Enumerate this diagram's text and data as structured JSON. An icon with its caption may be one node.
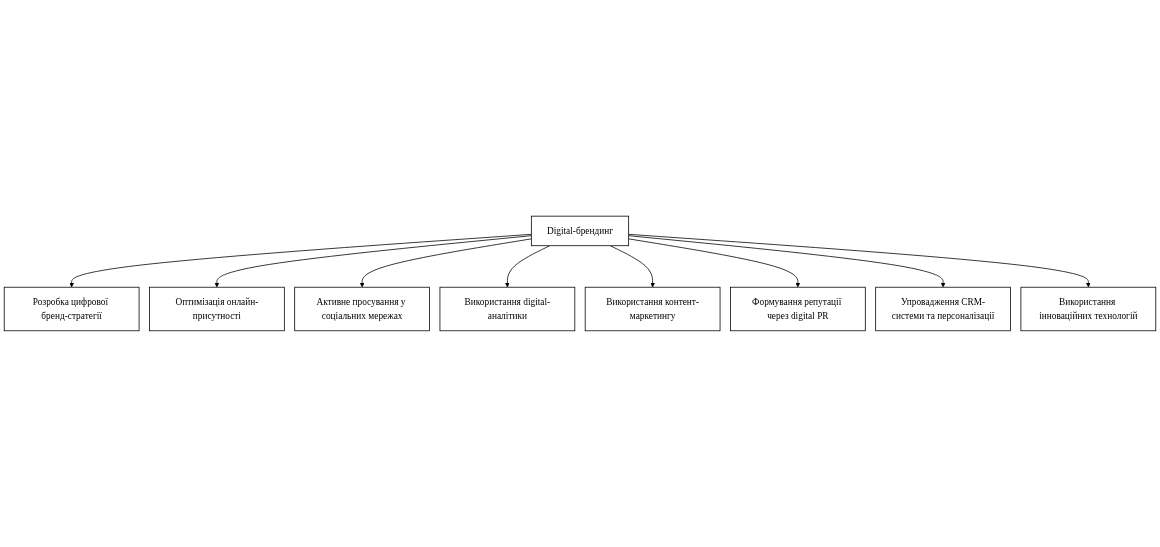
{
  "diagram": {
    "nodes": [
      {
        "text": [
          "Розробка цифрової бренд-стратегії"
        ]
      },
      {
        "text": [
          "Оптимізація онлайн-присутності"
        ]
      },
      {
        "text": [
          "Активне просування у соціальних мережах"
        ]
      },
      {
        "text": [
          "Використання digital-аналітики"
        ]
      },
      {
        "text": [
          "Digital-брендинг"
        ]
      },
      {
        "text": [
          "Використання контент-маркетингу"
        ]
      },
      {
        "text": [
          "Формування репутації через digital PR"
        ]
      },
      {
        "text": [
          "Упровадження CRM-системи та персоналізації"
        ]
      },
      {
        "text": [
          "Використання інноваційних технологій"
        ]
      }
    ],
    "edges": [
      {
        "from": 4,
        "to": 0,
        "arrow": "to"
      },
      {
        "from": 4,
        "to": 1,
        "arrow": "to"
      },
      {
        "from": 4,
        "to": 2,
        "arrow": "to"
      },
      {
        "from": 4,
        "to": 3,
        "arrow": "to"
      },
      {
        "from": 4,
        "to": 5,
        "arrow": "to"
      },
      {
        "from": 4,
        "to": 6,
        "arrow": "to"
      },
      {
        "from": 4,
        "to": 7,
        "arrow": "to"
      },
      {
        "from": 4,
        "to": 8,
        "arrow": "to"
      }
    ]
  }
}
